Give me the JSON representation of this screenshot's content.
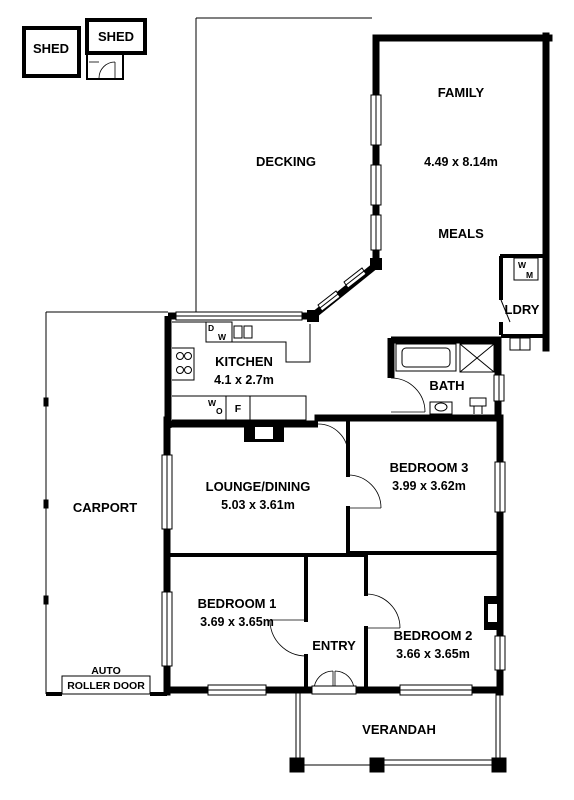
{
  "plan": {
    "colors": {
      "wall": "#000000",
      "background": "#ffffff"
    },
    "rooms": {
      "shed_left": {
        "label": "SHED"
      },
      "shed_right": {
        "label": "SHED"
      },
      "family": {
        "label": "FAMILY",
        "dimensions": "4.49 x 8.14m"
      },
      "meals": {
        "label": "MEALS"
      },
      "decking": {
        "label": "DECKING"
      },
      "kitchen": {
        "label": "KITCHEN",
        "dimensions": "4.1 x 2.7m"
      },
      "laundry": {
        "label": "LDRY"
      },
      "bath": {
        "label": "BATH"
      },
      "lounge_dining": {
        "label": "LOUNGE/DINING",
        "dimensions": "5.03 x 3.61m"
      },
      "bedroom3": {
        "label": "BEDROOM 3",
        "dimensions": "3.99 x 3.62m"
      },
      "carport": {
        "label": "CARPORT"
      },
      "bedroom1": {
        "label": "BEDROOM 1",
        "dimensions": "3.69 x 3.65m"
      },
      "bedroom2": {
        "label": "BEDROOM 2",
        "dimensions": "3.66 x 3.65m"
      },
      "entry": {
        "label": "ENTRY"
      },
      "verandah": {
        "label": "VERANDAH"
      }
    },
    "fixtures": {
      "auto_roller_door": [
        "AUTO",
        "ROLLER DOOR"
      ],
      "washing_machine": [
        "W",
        "M"
      ],
      "dishwasher": [
        "D",
        "W"
      ],
      "wall_oven": [
        "W",
        "O"
      ],
      "fridge": "F"
    }
  }
}
